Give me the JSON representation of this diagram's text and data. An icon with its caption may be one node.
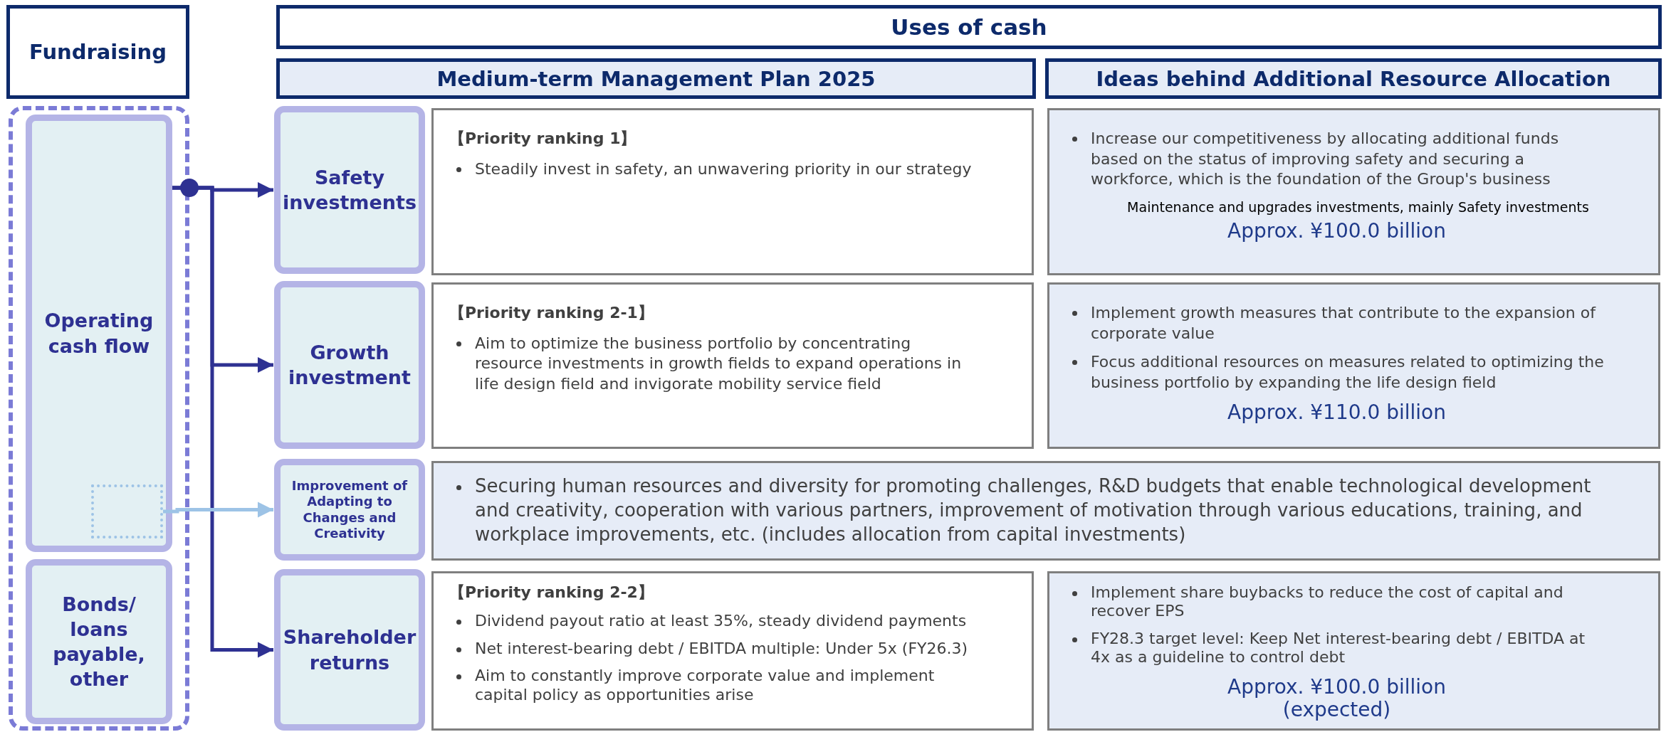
{
  "diagram": {
    "nodes": [
      {
        "text": [
          "Fundraising"
        ]
      },
      {
        "text": [
          "Uses of cash"
        ]
      },
      {
        "text": [
          "Medium-term Management Plan 2025"
        ]
      },
      {
        "text": [
          "Ideas behind Additional Resource Allocation"
        ]
      },
      {
        "text": [],
        "shape": "box"
      },
      {
        "text": [
          "Operating cash flow"
        ],
        "in": 4
      },
      {
        "text": [],
        "shape": "box",
        "in": 5
      },
      {
        "text": [
          "Bonds/ loans payable, other"
        ],
        "in": 4
      },
      {
        "text": [
          "Safety investments"
        ]
      },
      {
        "text": [
          "【Priority ranking 1】",
          "Steadily invest in safety, an unwavering priority in our strategy"
        ]
      },
      {
        "text": [
          "Increase our competitiveness by allocating additional funds based on the status of improving safety and securing a workforce, which is the foundation of the Group's business",
          "Maintenance and upgrades investments, mainly Safety investments",
          "Approx. ¥100.0 billion"
        ]
      },
      {
        "text": [
          "Growth investment"
        ]
      },
      {
        "text": [
          "【Priority ranking 2-1】",
          "Aim to optimize the business portfolio by concentrating resource investments in growth fields to expand operations in life design field and invigorate mobility service field"
        ]
      },
      {
        "text": [
          "Implement growth measures that contribute to the expansion of corporate value",
          "Focus additional resources on measures related to optimizing the business portfolio by expanding the life design field",
          "Approx. ¥110.0 billion"
        ]
      },
      {
        "text": [
          "Improvement of Adapting to Changes and Creativity"
        ]
      },
      {
        "text": [
          "Securing human resources and diversity for promoting challenges, R&D budgets that enable technological development and creativity, cooperation with various partners, improvement of motivation through various educations, training, and workplace improvements, etc. (includes allocation from capital investments)"
        ]
      },
      {
        "text": [
          "Shareholder returns"
        ]
      },
      {
        "text": [
          "【Priority ranking 2-2】",
          "Dividend payout ratio at least 35%, steady dividend payments",
          "Net interest-bearing debt / EBITDA multiple: Under 5x (FY26.3)",
          "Aim to constantly improve corporate value and implement capital policy as opportunities arise"
        ]
      },
      {
        "text": [
          "Implement share buybacks to reduce the cost of capital and recover EPS",
          "FY28.3 target level: Keep Net interest-bearing debt / EBITDA at 4x as a guideline to control debt",
          "Approx. ¥100.0 billion (expected)"
        ]
      }
    ],
    "edges": [
      {
        "from": 5,
        "to": 8,
        "arrow": "to"
      },
      {
        "from": 5,
        "to": 11,
        "arrow": "to"
      },
      {
        "from": 5,
        "to": 16,
        "arrow": "to"
      },
      {
        "from": 6,
        "to": 14,
        "arrow": "to",
        "color": "#9dc3e6"
      }
    ]
  }
}
